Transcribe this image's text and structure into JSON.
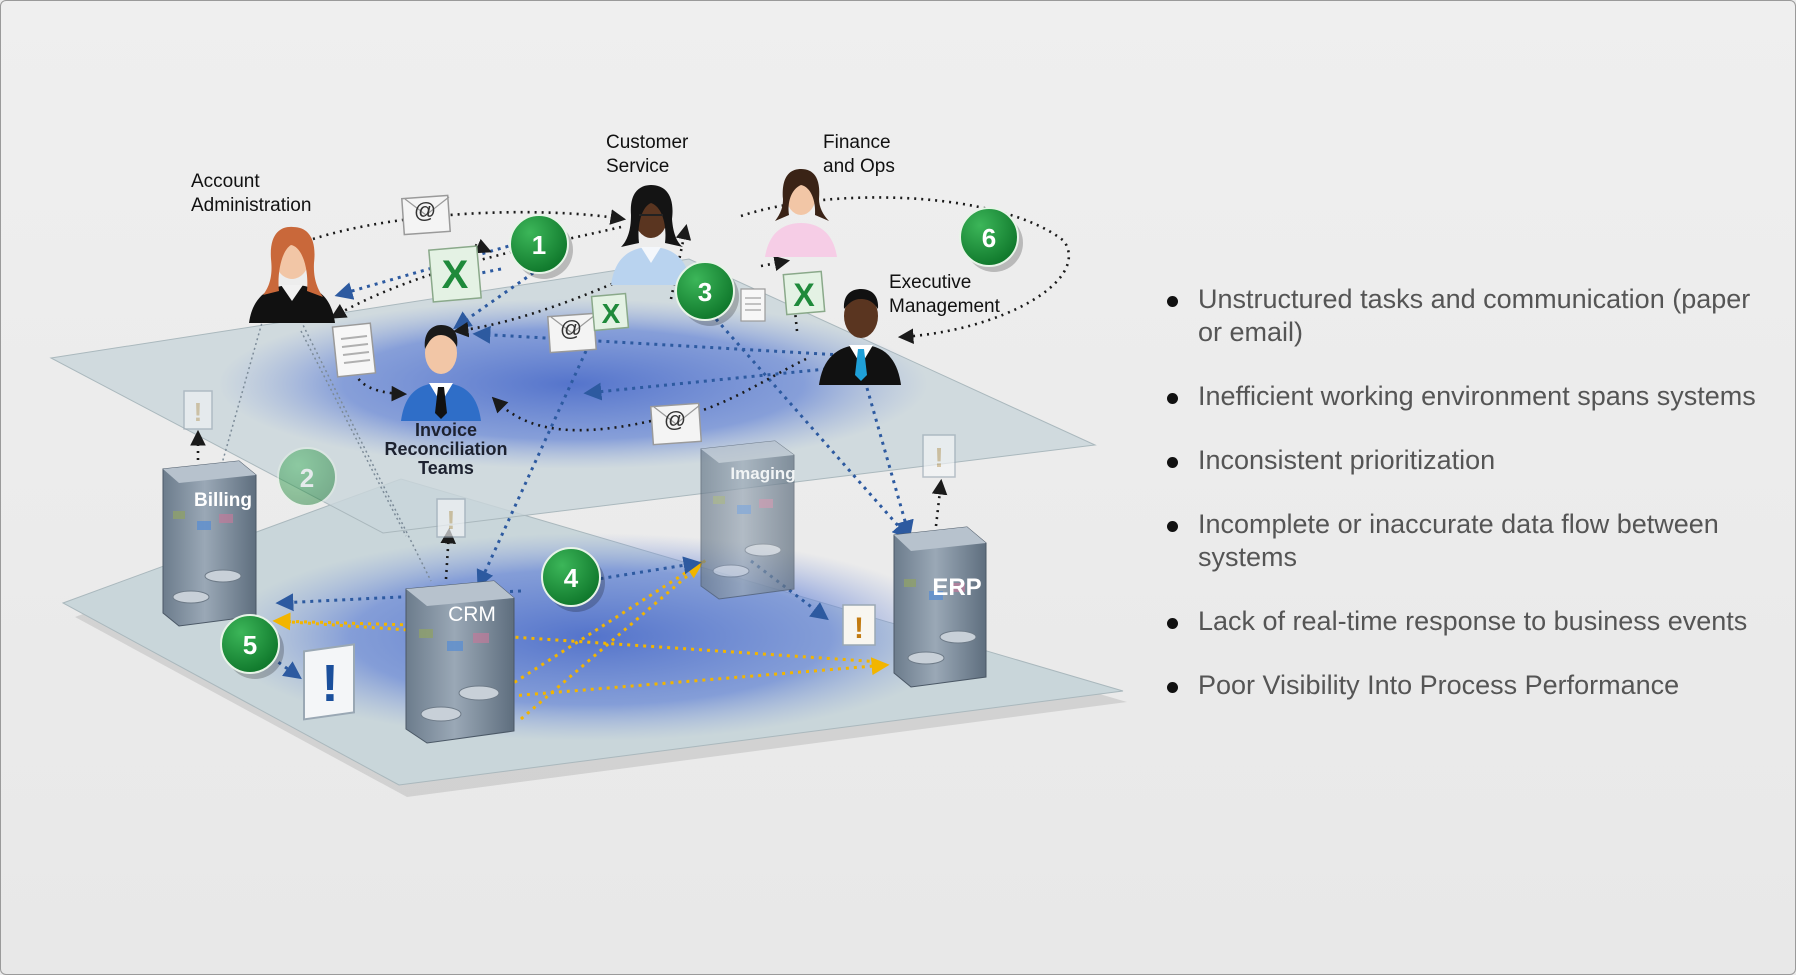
{
  "groups": {
    "account_admin": [
      "Account",
      "Administration"
    ],
    "customer_service": [
      "Customer",
      "Service"
    ],
    "finance_ops": [
      "Finance",
      "and Ops"
    ],
    "executive": [
      "Executive",
      "Management"
    ],
    "invoice": [
      "Invoice",
      "Reconciliation",
      "Teams"
    ]
  },
  "systems": {
    "billing": "Billing",
    "crm": "CRM",
    "imaging": "Imaging",
    "erp": "ERP"
  },
  "steps": [
    "1",
    "2",
    "3",
    "4",
    "5",
    "6"
  ],
  "icons": {
    "email": "@",
    "spreadsheet": "X",
    "alert": "!"
  },
  "issues": [
    "Unstructured tasks and communication (paper or email)",
    "Inefficient working environment spans systems",
    "Inconsistent prioritization",
    "Incomplete or inaccurate data flow between systems",
    "Lack of real-time response to business events",
    "Poor Visibility Into Process Performance"
  ],
  "colors": {
    "step_badge": "#1f8a3b",
    "glow": "#5f7fd6",
    "flow_system": "#f2b500",
    "flow_people": "#2d5aa0",
    "plane": "#c8d6da"
  }
}
